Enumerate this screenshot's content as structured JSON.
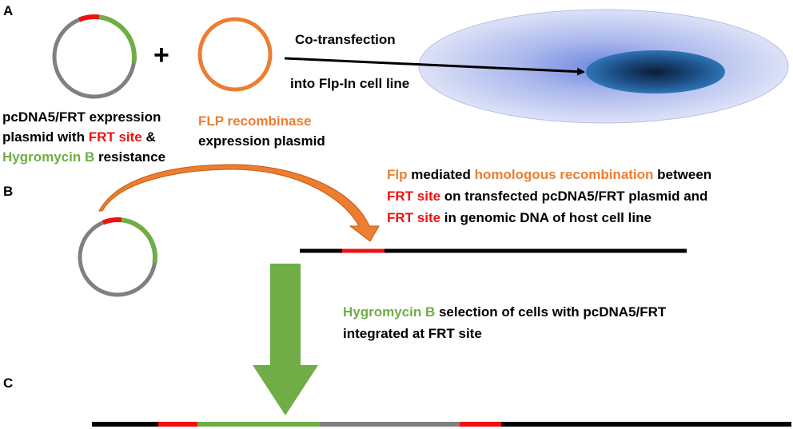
{
  "panels": {
    "a": "A",
    "b": "B",
    "c": "C"
  },
  "colors": {
    "red": "#ee1111",
    "green": "#70ad47",
    "gray": "#808080",
    "orange": "#ed7d31",
    "black": "#000000",
    "cell_outer": "#c5cdf1",
    "nucleus": "#1f4e79"
  },
  "panel_a": {
    "plus": "+",
    "co_transfection": "Co-transfection",
    "into_cell_line": "into Flp-In cell line",
    "plasmid1_label": {
      "line1": "pcDNA5/FRT expression",
      "line2_prefix": "plasmid with ",
      "line2_frt": "FRT site",
      "line2_suffix": " &",
      "line3_hygro": "Hygromycin B",
      "line3_suffix": " resistance"
    },
    "plasmid2_label": {
      "line1": "FLP recombinase",
      "line2": "expression plasmid"
    }
  },
  "panel_b": {
    "line1_flp": "Flp",
    "line1_mid": " mediated ",
    "line1_homologous": "homologous recombination",
    "line1_end": " between",
    "line2_frt": "FRT site",
    "line2_rest": " on transfected pcDNA5/FRT plasmid and",
    "line3_frt": "FRT site",
    "line3_rest": " in genomic DNA of host cell line",
    "selection_hygro": "Hygromycin B",
    "selection_rest": " selection of cells with pcDNA5/FRT",
    "selection_line2": "integrated at FRT site"
  }
}
